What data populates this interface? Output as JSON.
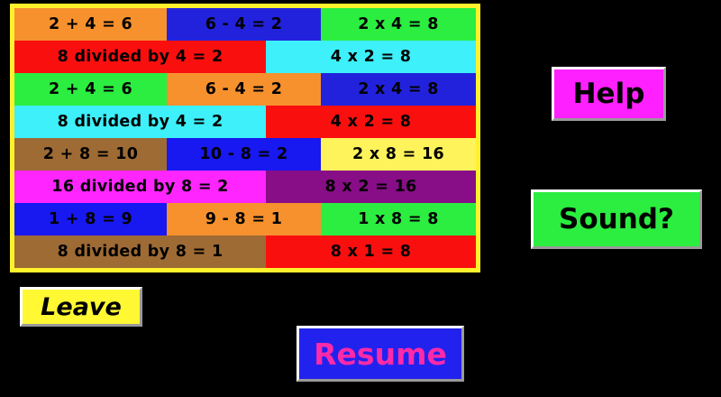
{
  "background_color": "#000000",
  "fact_grid": {
    "frame_color": "#FFF22D",
    "rows": [
      {
        "layout": "cols3",
        "cells": [
          {
            "text": "2 + 4 = 6",
            "bg": "#F7912E",
            "fg": "#000000"
          },
          {
            "text": "6 - 4 = 2",
            "bg": "#2222DD",
            "fg": "#000000"
          },
          {
            "text": "2 x 4 = 8",
            "bg": "#2BEE40",
            "fg": "#000000"
          }
        ]
      },
      {
        "layout": "cols2",
        "cells": [
          {
            "text": "8 divided by 4 = 2",
            "bg": "#FA0F0F",
            "fg": "#000000"
          },
          {
            "text": "4 x 2 = 8",
            "bg": "#3DF0FA",
            "fg": "#000000"
          }
        ]
      },
      {
        "layout": "cols3",
        "cells": [
          {
            "text": "2 + 4 = 6",
            "bg": "#2BEE40",
            "fg": "#000000"
          },
          {
            "text": "6 - 4 = 2",
            "bg": "#F7912E",
            "fg": "#000000"
          },
          {
            "text": "2 x 4 = 8",
            "bg": "#2222DD",
            "fg": "#000000"
          }
        ]
      },
      {
        "layout": "cols2",
        "cells": [
          {
            "text": "8 divided by 4 = 2",
            "bg": "#3DF0FA",
            "fg": "#000000"
          },
          {
            "text": "4 x 2 = 8",
            "bg": "#FA0F0F",
            "fg": "#000000"
          }
        ]
      },
      {
        "layout": "cols3",
        "cells": [
          {
            "text": "2 + 8 = 10",
            "bg": "#9E6B35",
            "fg": "#000000"
          },
          {
            "text": "10 - 8 = 2",
            "bg": "#1818F0",
            "fg": "#000000"
          },
          {
            "text": "2 x 8 = 16",
            "bg": "#FFF35C",
            "fg": "#000000"
          }
        ]
      },
      {
        "layout": "cols2",
        "cells": [
          {
            "text": "16 divided by 8 = 2",
            "bg": "#FF25FF",
            "fg": "#000000"
          },
          {
            "text": "8 x 2 = 16",
            "bg": "#870E87",
            "fg": "#000000"
          }
        ]
      },
      {
        "layout": "cols3",
        "cells": [
          {
            "text": "1 + 8 = 9",
            "bg": "#1818F0",
            "fg": "#000000"
          },
          {
            "text": "9 - 8 = 1",
            "bg": "#F7912E",
            "fg": "#000000"
          },
          {
            "text": "1 x 8 = 8",
            "bg": "#2BEE40",
            "fg": "#000000"
          }
        ]
      },
      {
        "layout": "cols2",
        "cells": [
          {
            "text": "8 divided by 8 = 1",
            "bg": "#9E6B35",
            "fg": "#000000"
          },
          {
            "text": "8 x 1 = 8",
            "bg": "#FA0F0F",
            "fg": "#000000"
          }
        ]
      }
    ]
  },
  "buttons": {
    "help": {
      "label": "Help",
      "bg": "#FF20FF",
      "fg": "#000000"
    },
    "sound": {
      "label": "Sound?",
      "bg": "#2BEE40",
      "fg": "#000000"
    },
    "leave": {
      "label": "Leave",
      "bg": "#FFF833",
      "fg": "#000000"
    },
    "resume": {
      "label": "Resume",
      "bg": "#2222EE",
      "fg": "#FF2AA8"
    }
  }
}
